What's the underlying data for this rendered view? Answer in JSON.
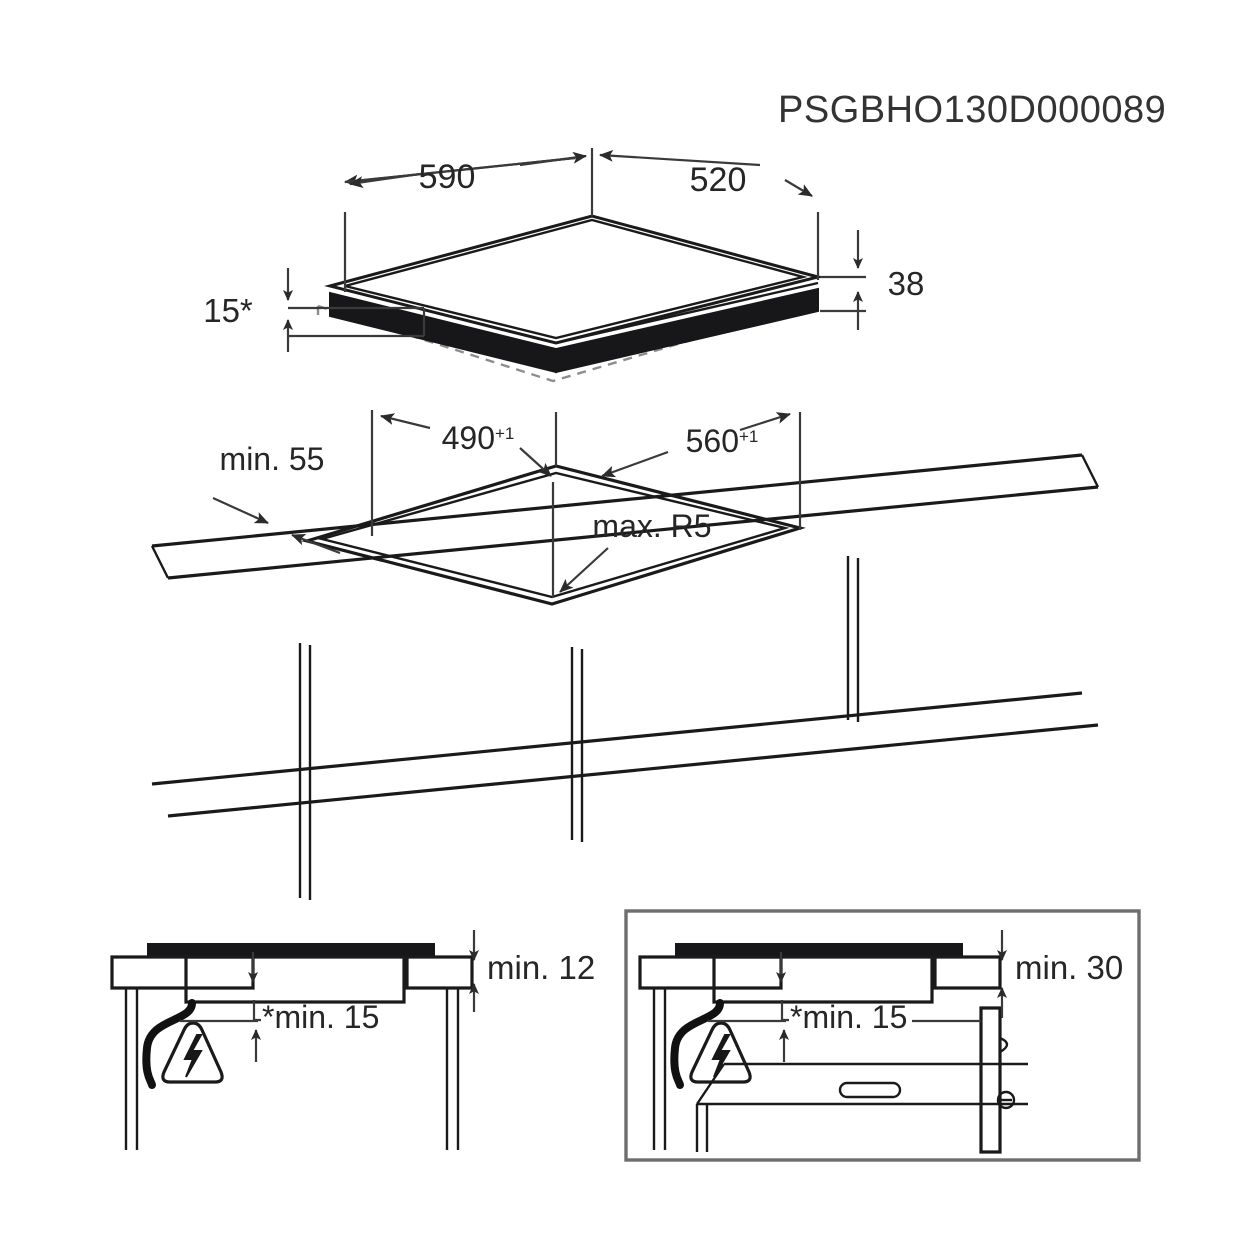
{
  "document": {
    "title": "PSGBHO130D000089",
    "type": "installation-dimension-drawing",
    "subject": "built-in hob worktop cut-out installation diagram"
  },
  "appliance_view": {
    "width_label": "590",
    "depth_label": "520",
    "front_height_label": "15*",
    "body_height_label": "38"
  },
  "cutout_view": {
    "worktop_thickness_label": "min. 55",
    "cutout_depth_label": "490",
    "cutout_depth_tolerance": "+1",
    "cutout_width_label": "560",
    "cutout_width_tolerance": "+1",
    "corner_radius_label": "max. R5"
  },
  "section_left": {
    "name": "clearance-without-oven",
    "gap_label": "min. 12",
    "cable_clearance_label": "*min. 15",
    "warning_icon": "electrical-hazard-icon"
  },
  "section_right": {
    "name": "clearance-with-oven",
    "gap_label": "min. 30",
    "cable_clearance_label": "*min. 15",
    "warning_icon": "electrical-hazard-icon"
  },
  "colors": {
    "line": "#1a1a1a",
    "dimension": "#3a3a3a",
    "hidden": "#8d8d8d",
    "hob_body": "#17171a",
    "background": "#ffffff"
  }
}
